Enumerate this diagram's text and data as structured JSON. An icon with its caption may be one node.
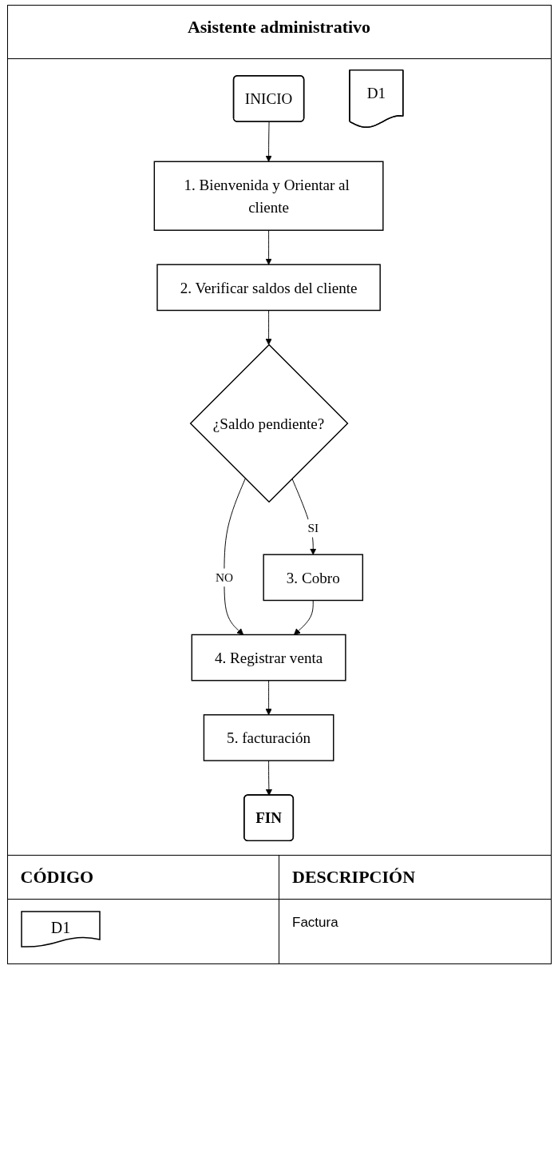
{
  "diagram": {
    "title": "Asistente administrativo",
    "nodes": [
      {
        "text": [
          "INICIO"
        ]
      },
      {
        "text": [
          "1. Bienvenida y Orientar al cliente"
        ]
      },
      {
        "text": [
          "2. Verificar saldos del cliente"
        ]
      },
      {
        "text": [
          "¿Saldo pendiente?"
        ]
      },
      {
        "text": [
          "3. Cobro"
        ]
      },
      {
        "text": [
          "4. Registrar venta"
        ]
      },
      {
        "text": [
          "5. facturación"
        ]
      },
      {
        "text": [
          "D1"
        ]
      },
      {
        "text": [
          "FIN"
        ]
      },
      {
        "text": [
          "D1"
        ]
      }
    ],
    "edges": [
      {
        "from": 0,
        "to": 1,
        "arrow": "to"
      },
      {
        "from": 1,
        "to": 2,
        "arrow": "to"
      },
      {
        "from": 2,
        "to": 3,
        "arrow": "to"
      },
      {
        "from": 3,
        "to": 4,
        "label": "SI",
        "arrow": "to"
      },
      {
        "from": 3,
        "to": 5,
        "label": "NO",
        "arrow": "to"
      },
      {
        "from": 4,
        "to": 5,
        "arrow": "to"
      },
      {
        "from": 6,
        "to": 8,
        "arrow": "to"
      },
      {
        "from": 5,
        "to": 6,
        "arrow": "to"
      }
    ],
    "labels": [
      "CÓDIGO",
      "DESCRIPCIÓN",
      "Factura"
    ]
  }
}
